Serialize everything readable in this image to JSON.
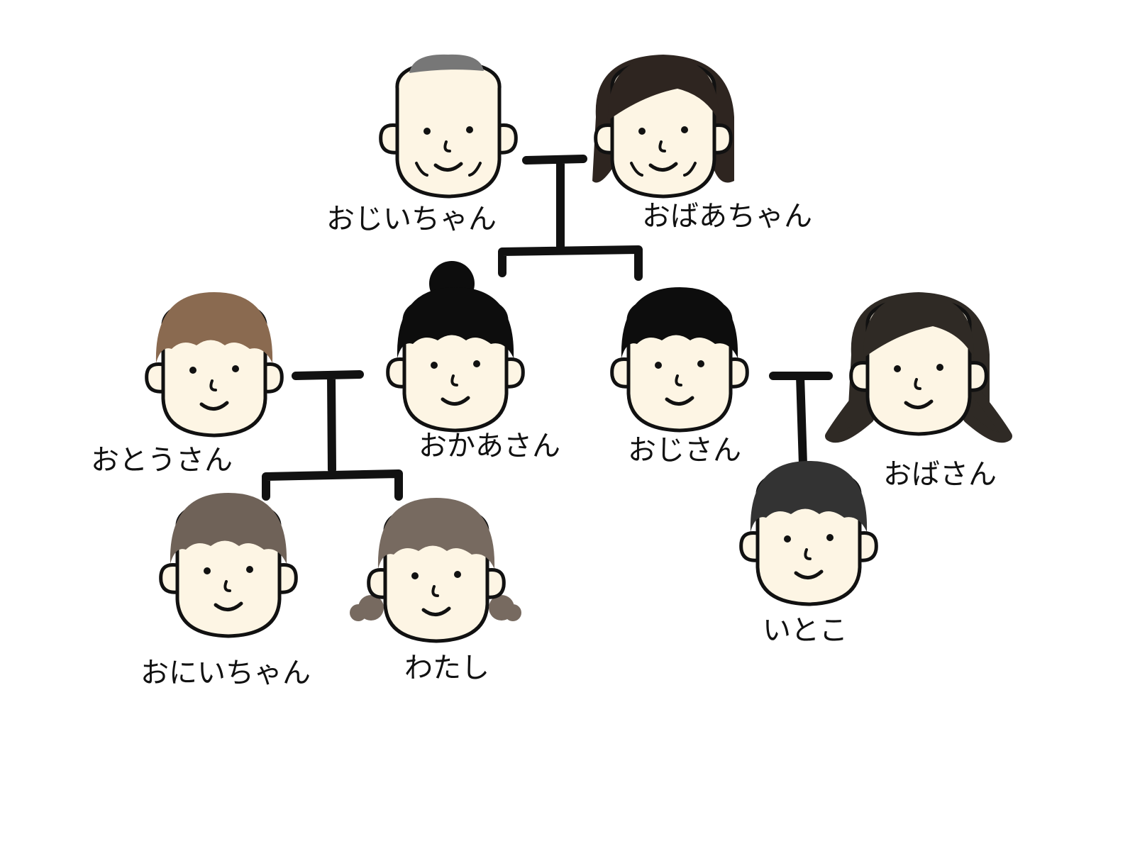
{
  "title": "Family tree",
  "colors": {
    "skin": "#fdf5e4",
    "outline": "#111111",
    "connector": "#111111"
  },
  "people": [
    {
      "id": "grandpa",
      "label": "おじいちゃん",
      "hair": "#777777",
      "hair_style": "bald-top"
    },
    {
      "id": "grandma",
      "label": "おばあちゃん",
      "hair": "#2e2520",
      "hair_style": "long"
    },
    {
      "id": "father",
      "label": "おとうさん",
      "hair": "#8a6a50",
      "hair_style": "short"
    },
    {
      "id": "mother",
      "label": "おかあさん",
      "hair": "#0d0d0d",
      "hair_style": "bun"
    },
    {
      "id": "uncle",
      "label": "おじさん",
      "hair": "#0d0d0d",
      "hair_style": "short"
    },
    {
      "id": "aunt",
      "label": "おばさん",
      "hair": "#2f2a25",
      "hair_style": "long"
    },
    {
      "id": "brother",
      "label": "おにいちゃん",
      "hair": "#6f6258",
      "hair_style": "short"
    },
    {
      "id": "me",
      "label": "わたし",
      "hair": "#776a60",
      "hair_style": "pigtails"
    },
    {
      "id": "cousin",
      "label": "いとこ",
      "hair": "#333333",
      "hair_style": "short"
    }
  ],
  "relations": [
    {
      "type": "marriage",
      "members": [
        "grandpa",
        "grandma"
      ],
      "children": [
        "mother",
        "uncle"
      ]
    },
    {
      "type": "marriage",
      "members": [
        "father",
        "mother"
      ],
      "children": [
        "brother",
        "me"
      ]
    },
    {
      "type": "marriage",
      "members": [
        "uncle",
        "aunt"
      ],
      "children": [
        "cousin"
      ]
    }
  ]
}
